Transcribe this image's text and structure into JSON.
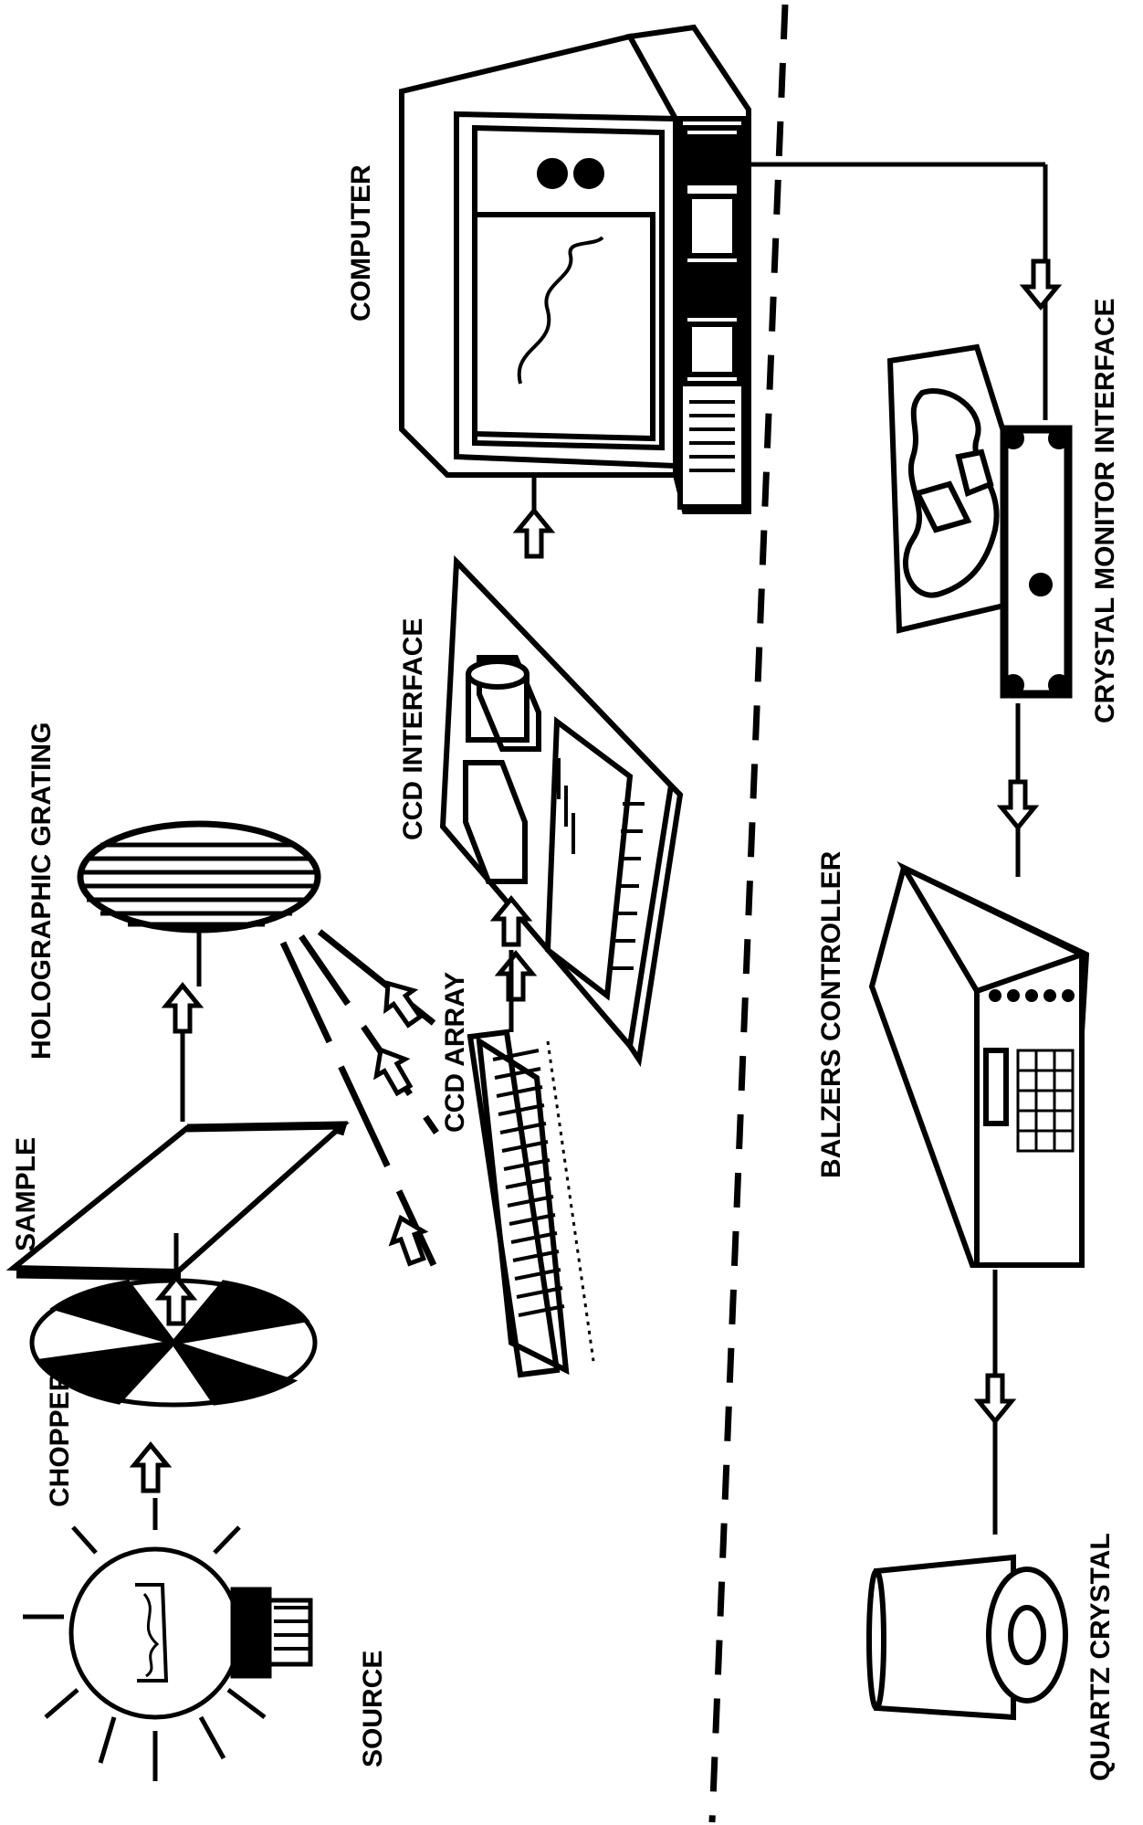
{
  "labels": {
    "source": "SOURCE",
    "chopper": "CHOPPER",
    "sample": "SAMPLE",
    "holographic_grating": "HOLOGRAPHIC GRATING",
    "ccd_array": "CCD ARRAY",
    "ccd_interface": "CCD INTERFACE",
    "computer": "COMPUTER",
    "quartz_crystal": "QUARTZ CRYSTAL",
    "balzers_controller": "BALZERS CONTROLLER",
    "crystal_monitor_interface": "CRYSTAL MONITOR INTERFACE"
  },
  "colors": {
    "ink": "#000000",
    "paper": "#ffffff"
  },
  "icons": [
    "light-bulb-icon",
    "chopper-wheel-icon",
    "sample-plate-icon",
    "grating-icon",
    "ccd-array-icon",
    "ccd-interface-board-icon",
    "computer-icon",
    "quartz-crystal-icon",
    "controller-box-icon",
    "monitor-interface-icon",
    "flow-arrow-icon"
  ]
}
